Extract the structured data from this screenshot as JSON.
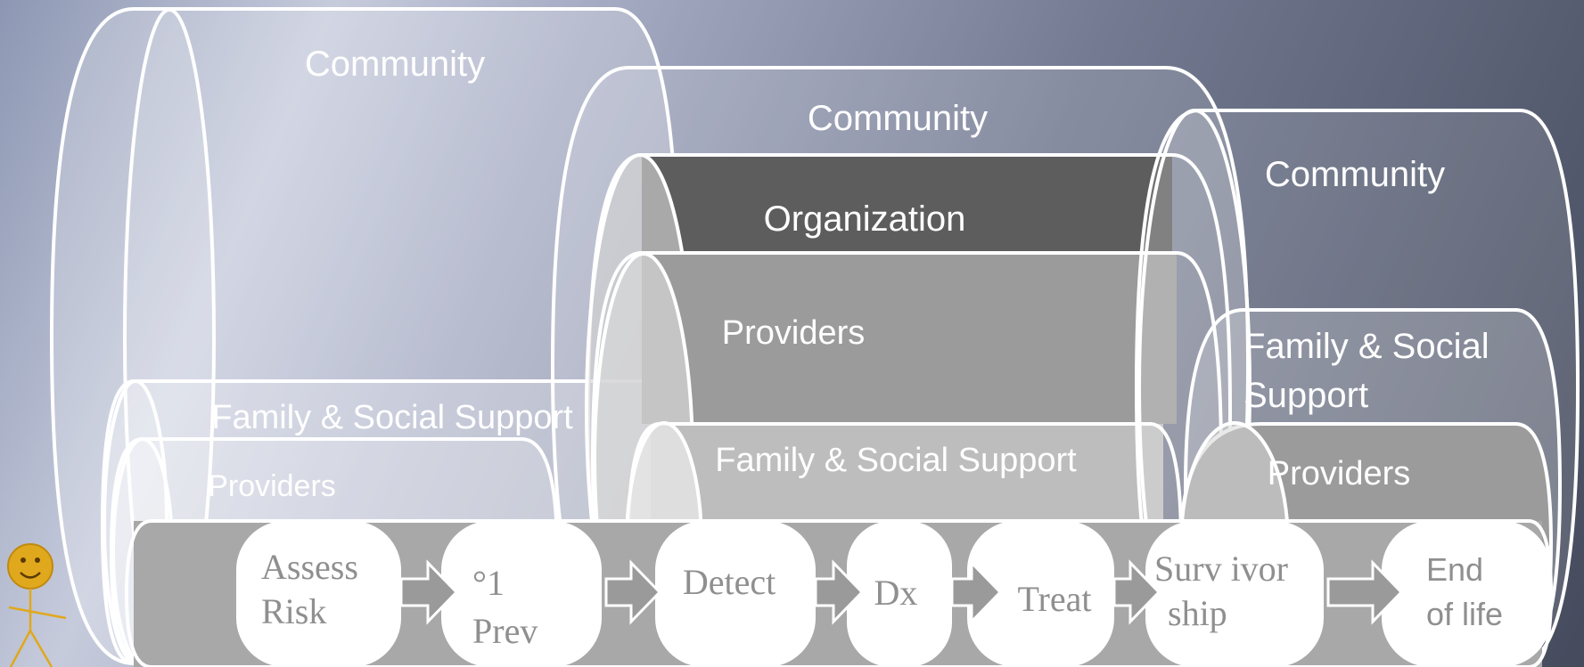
{
  "colors": {
    "bg_light": "#c9cfdf",
    "bg_dark": "#474d5f",
    "stroke": "#ffffff",
    "organization_band": "#5d5d5d",
    "providers_band": "#9b9b9b",
    "family_band": "#bdbdbd",
    "step_pill": "#ffffff",
    "step_text": "#8f8f8f",
    "arrow": "#9a9a9a",
    "figure": "#e0a81c"
  },
  "left_group": {
    "community": "Community",
    "family": "Family & Social Support",
    "providers": "Providers"
  },
  "middle_group": {
    "community": "Community",
    "organization": "Organization",
    "providers": "Providers",
    "family": "Family & Social Support"
  },
  "right_group": {
    "community": "Community",
    "family_line1": "Family & Social",
    "family_line2": "Support",
    "providers": "Providers"
  },
  "steps": {
    "assess": [
      "Assess",
      "Risk"
    ],
    "prevent": [
      "°1",
      "Prev"
    ],
    "detect": "Detect",
    "dx": "Dx",
    "treat": "Treat",
    "survivor": [
      "Surv ivor",
      "ship"
    ],
    "end": [
      "End",
      "of life"
    ]
  },
  "icons": {
    "person": "smiley-stick-figure-icon",
    "arrow": "block-arrow-right-icon"
  }
}
